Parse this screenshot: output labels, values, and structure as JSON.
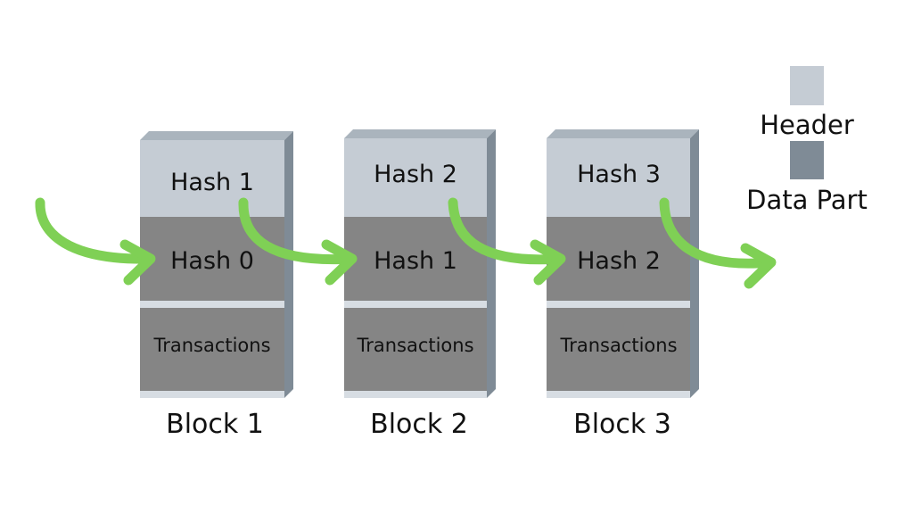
{
  "colors": {
    "header": "#c5ccd4",
    "data": "#858585",
    "separator": "#d7dde3",
    "side": "#7f8b96",
    "top": "#aab4bd",
    "arrow": "#7fd055"
  },
  "blocks": [
    {
      "label": "Block 1",
      "header_hash": "Hash 1",
      "prev_hash": "Hash 0",
      "transactions": "Transactions"
    },
    {
      "label": "Block 2",
      "header_hash": "Hash 2",
      "prev_hash": "Hash 1",
      "transactions": "Transactions"
    },
    {
      "label": "Block 3",
      "header_hash": "Hash 3",
      "prev_hash": "Hash 2",
      "transactions": "Transactions"
    }
  ],
  "legend": {
    "header_label": "Header",
    "data_label": "Data Part"
  }
}
